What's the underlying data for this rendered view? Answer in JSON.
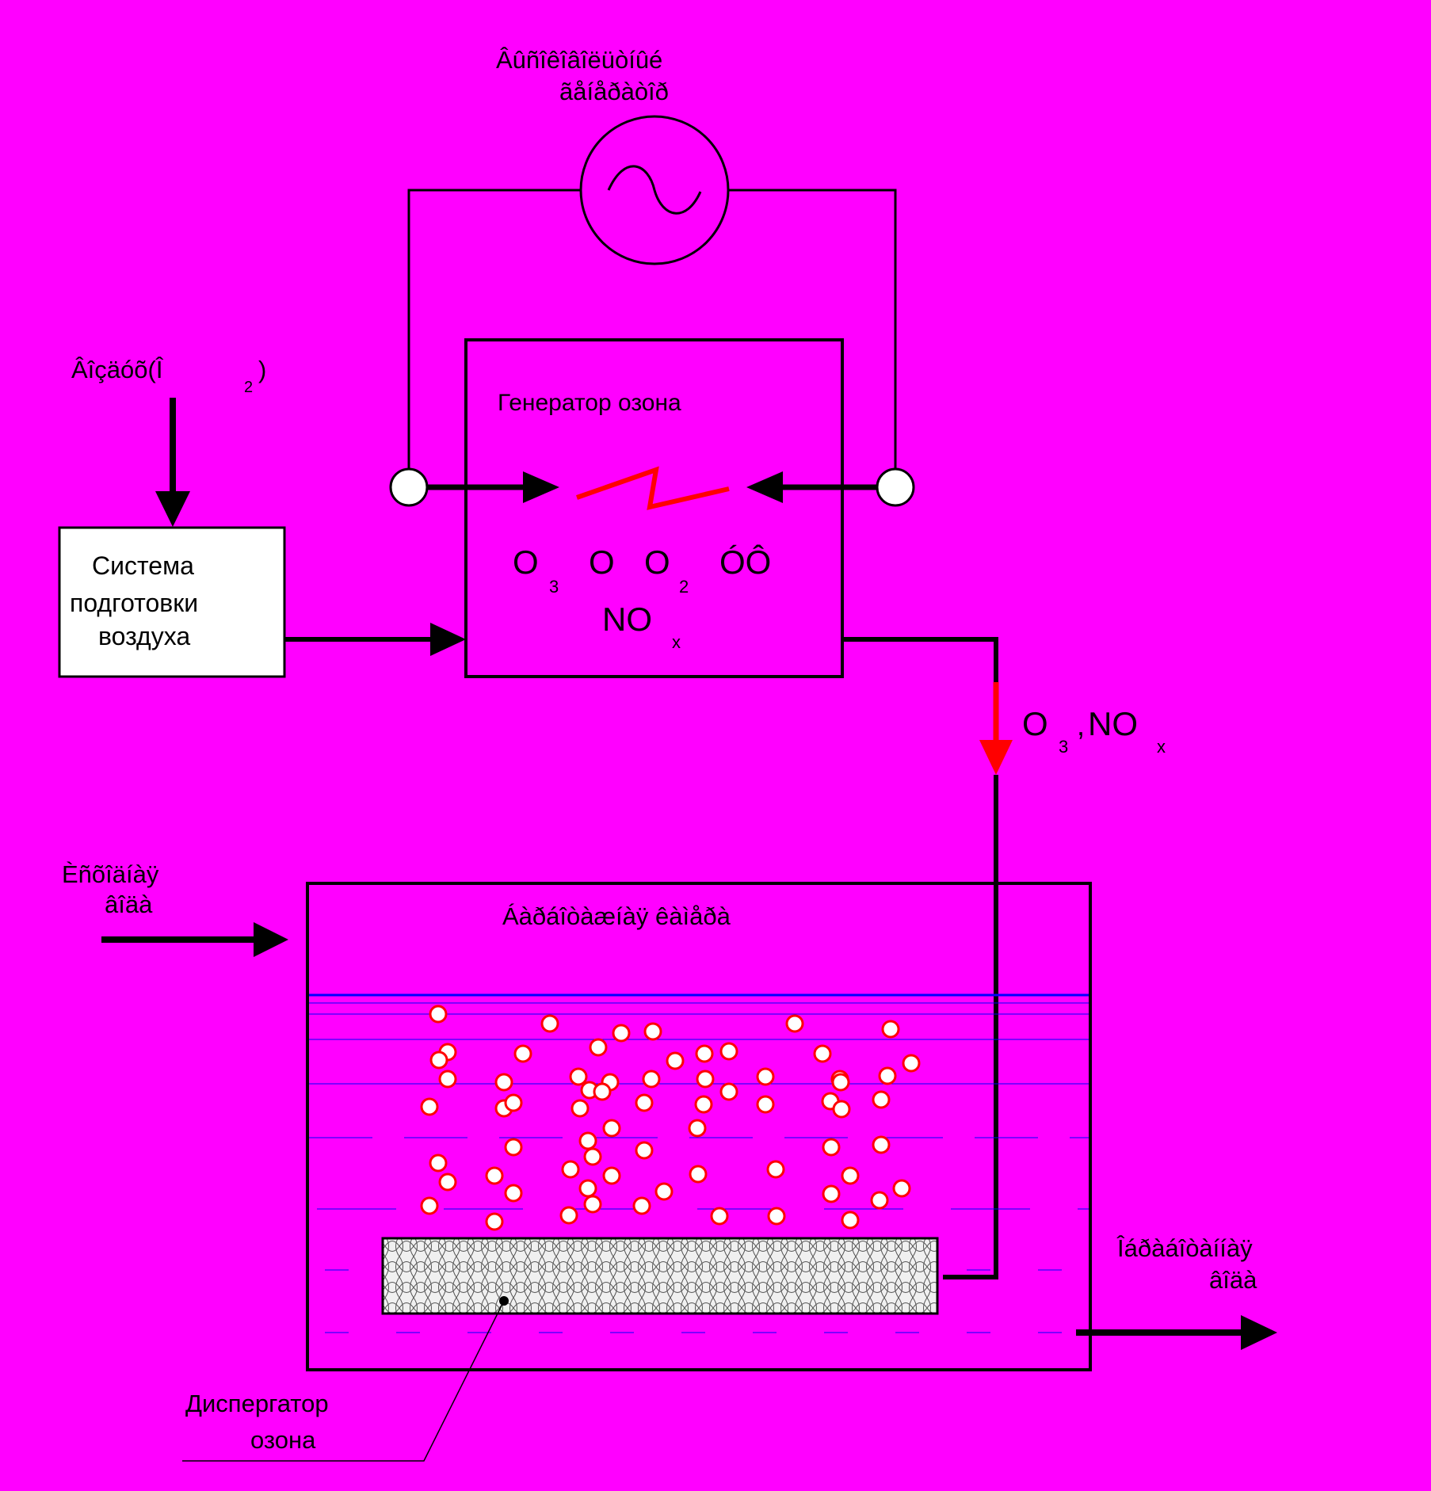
{
  "labels": {
    "high_voltage_source_line1": "Âûñîêîâîëüòíûé",
    "high_voltage_source_line2": "ãåíåðàòîð",
    "air_input": "Âîçäóõ(Î",
    "air_input_subscript": "2",
    "air_input_paren": ")",
    "air_prep_line1": "Система",
    "air_prep_line2": "подготовки",
    "air_prep_line3": "воздуха",
    "ozone_generator": "Генератор озона",
    "species_o3": "O",
    "species_o3_subscript": "3",
    "species_o": "O",
    "species_o2": "O",
    "species_o2_subscript": "2",
    "species_uf": "ÓÔ",
    "species_nox": "NO",
    "species_nox_subscript": "x",
    "output_o3": "O",
    "output_o3_subscript": "3",
    "output_separator": ",",
    "output_nox": "NO",
    "output_nox_subscript": "x",
    "source_water_line1": "Èñõîäíàÿ",
    "source_water_line2": "âîäà",
    "reaction_chamber": "Áàðáîòàæíàÿ êàìåðà",
    "treated_water_line1": "Îáðàáîòàííàÿ",
    "treated_water_line2": "âîäà",
    "disperser_line1": "Диспергатор",
    "disperser_line2": "озона"
  },
  "colors": {
    "background": "#ff00ff",
    "line": "#000000",
    "ozone": "#ff0000",
    "water_surface": "#0000ff",
    "disperser_fill": "#f0f0f0"
  }
}
